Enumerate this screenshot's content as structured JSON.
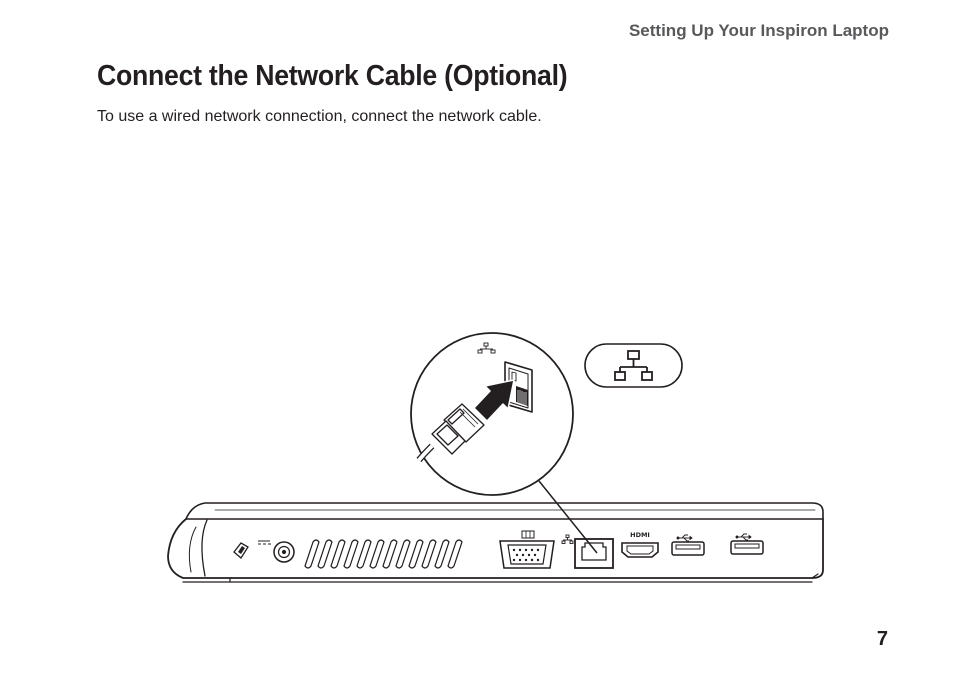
{
  "header": {
    "section_title": "Setting Up Your Inspiron Laptop"
  },
  "content": {
    "heading": "Connect the Network Cable (Optional)",
    "intro": "To use a wired network connection, connect the network cable.",
    "illustration_label": "HDMI"
  },
  "footer": {
    "page_number": "7"
  },
  "icons": [
    "network-icon",
    "usb-icon",
    "hdmi-icon",
    "vga-icon",
    "power-icon",
    "security-lock-icon"
  ]
}
